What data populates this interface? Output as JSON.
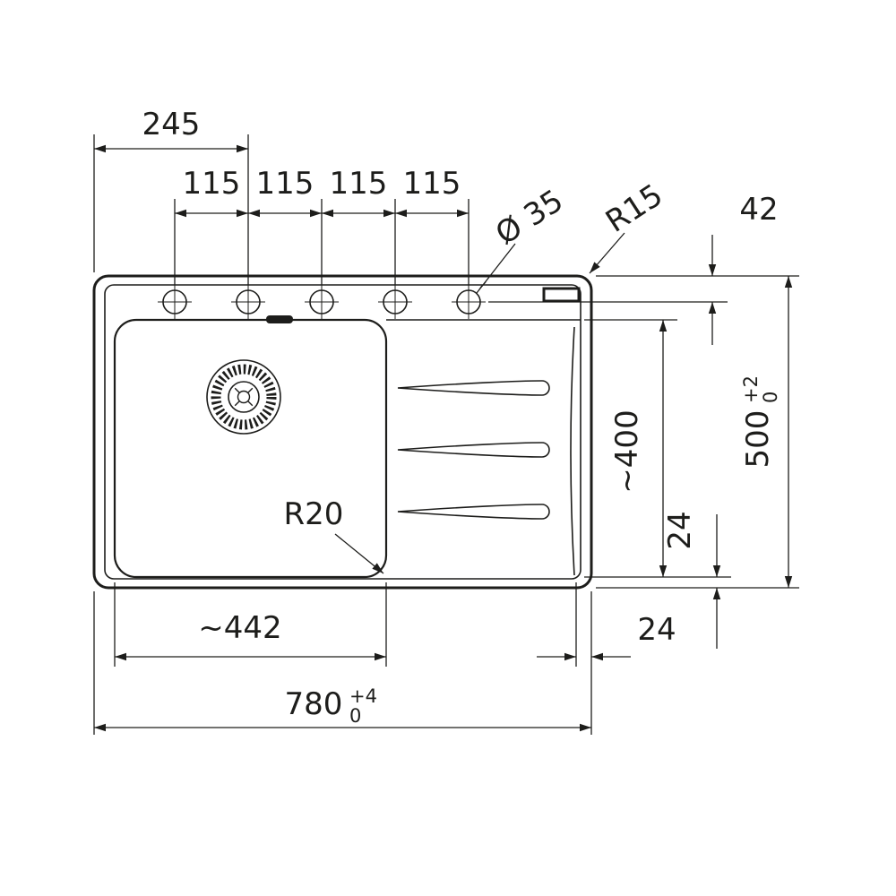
{
  "drawing": {
    "type": "technical-dimension-drawing",
    "subject": "inset kitchen sink with left bowl and right drainer, top view",
    "colors": {
      "line": "#1d1d1b",
      "background": "#ffffff"
    },
    "dimensions": {
      "left_to_second_hole": "245",
      "hole_spacing_1": "115",
      "hole_spacing_2": "115",
      "hole_spacing_3": "115",
      "hole_spacing_4": "115",
      "hole_diameter": "Ø 35",
      "corner_radius": "R15",
      "top_edge_to_holes": "42",
      "drainer_length": "~400",
      "rim_bottom": "24",
      "overall_depth": "500",
      "overall_depth_tol_top": "+2",
      "overall_depth_tol_bottom": "0",
      "rim_right": "24",
      "bowl_width": "~442",
      "overall_width": "780",
      "overall_width_tol_top": "+4",
      "overall_width_tol_bottom": "0",
      "bowl_corner_radius": "R20"
    }
  }
}
